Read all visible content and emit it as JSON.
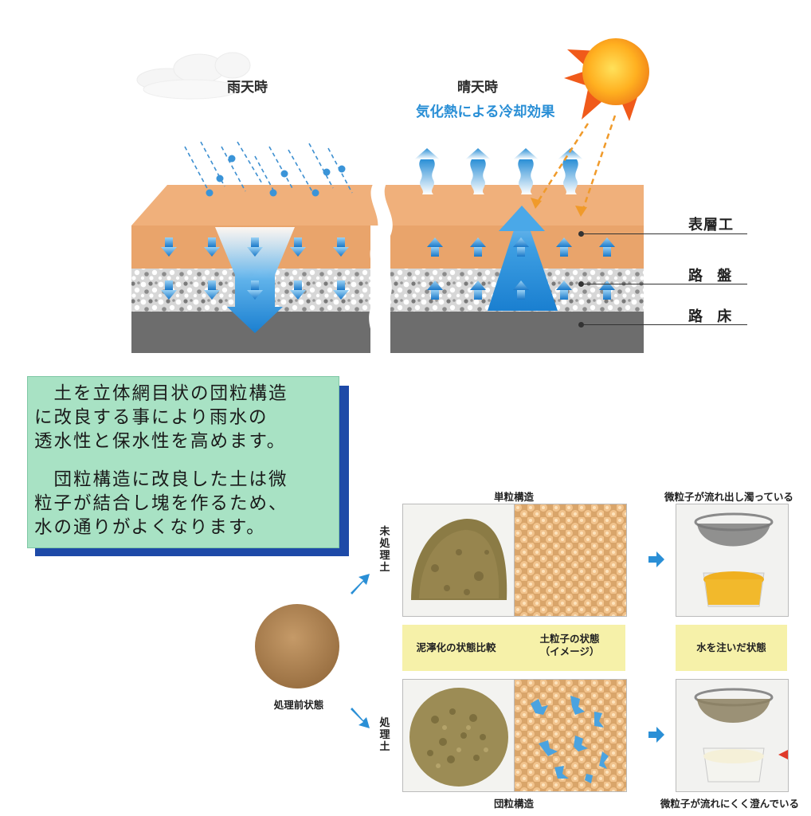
{
  "top": {
    "rain_label": "雨天時",
    "sunny_label": "晴天時",
    "cooling_label": "気化熱による冷却効果",
    "layers": {
      "surface": "表層工",
      "base": "路 盤",
      "subgrade": "路 床"
    }
  },
  "explain": {
    "para1": "　土を立体網目状の団粒構造\nに改良する事により雨水の\n透水性と保水性を高めます。",
    "para2": "　団粒構造に改良した土は微\n粒子が結合し塊を作るため、\n水の通りがよくなります。"
  },
  "comparison": {
    "before_label": "処理前状態",
    "untreated_label": "未処理土",
    "treated_label": "処理土",
    "single_grain": "単粒構造",
    "aggregate": "団粒構造",
    "mud_compare": "泥濘化の状態比較",
    "particle_state": "土粒子の状態\n（イメージ）",
    "water_poured": "水を注いだ状態",
    "turbid": "微粒子が流れ出し濁っている",
    "clear": "微粒子が流れにくく澄んでいる"
  },
  "colors": {
    "surface": "#e9a46b",
    "subgrade": "#6d6d6d",
    "arrow_blue": "#1a7fd0",
    "cooling_text": "#2a8fd6",
    "box_green": "#a8e2c4",
    "box_shadow": "#1e4aa8",
    "band_yellow": "#f6f1a9"
  }
}
